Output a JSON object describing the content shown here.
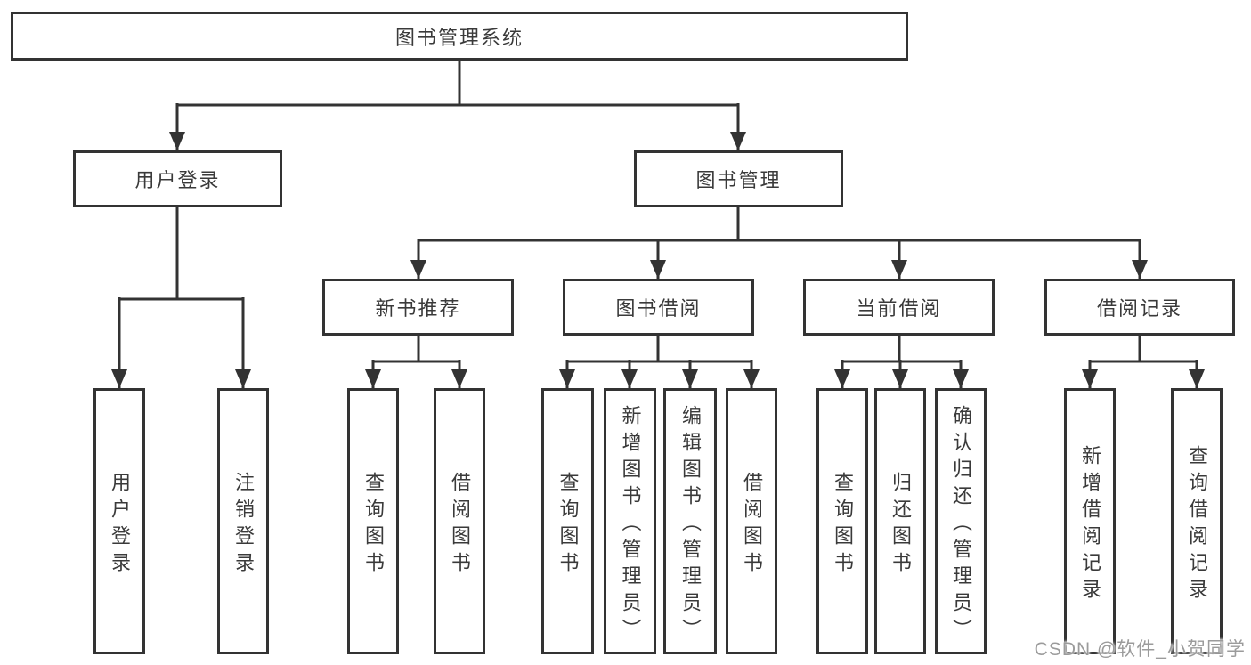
{
  "diagram": {
    "root": {
      "label": "图书管理系统"
    },
    "level2": [
      {
        "label": "用户登录"
      },
      {
        "label": "图书管理"
      }
    ],
    "level3": [
      {
        "label": "新书推荐"
      },
      {
        "label": "图书借阅"
      },
      {
        "label": "当前借阅"
      },
      {
        "label": "借阅记录"
      }
    ],
    "leaves": [
      {
        "label": "用户登录"
      },
      {
        "label": "注销登录"
      },
      {
        "label": "查询图书"
      },
      {
        "label": "借阅图书"
      },
      {
        "label": "查询图书"
      },
      {
        "label": "新增图书（管理员）"
      },
      {
        "label": "编辑图书（管理员）"
      },
      {
        "label": "借阅图书"
      },
      {
        "label": "查询图书"
      },
      {
        "label": "归还图书"
      },
      {
        "label": "确认归还（管理员）"
      },
      {
        "label": "新增借阅记录"
      },
      {
        "label": "查询借阅记录"
      }
    ]
  },
  "watermark": {
    "text": "CSDN @软件_小贺同学"
  },
  "colors": {
    "line": "#333333",
    "text": "#3a3a3a",
    "background": "#ffffff",
    "watermark": "#9b9b9b"
  }
}
